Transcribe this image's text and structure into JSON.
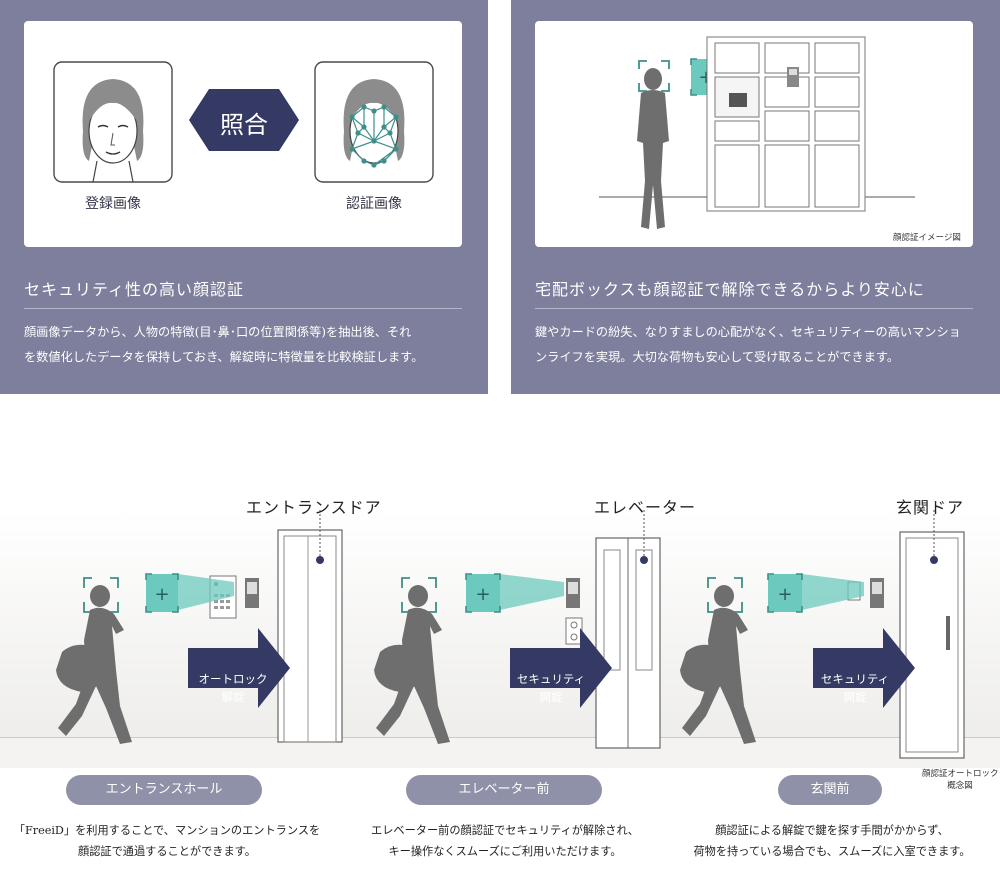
{
  "panel_left": {
    "label_match": "照合",
    "label_registered": "登録画像",
    "label_auth": "認証画像",
    "title": "セキュリティ性の高い顔認証",
    "desc_line1": "顔画像データから、人物の特徴(目･鼻･口の位置関係等)を抽出後、それ",
    "desc_line2": "を数値化したデータを保持しておき、解錠時に特徴量を比較検証します。"
  },
  "panel_right": {
    "image_caption": "顔認証イメージ図",
    "title": "宅配ボックスも顔認証で解除できるからより安心に",
    "desc_line1": "鍵やカードの紛失、なりすましの心配がなく、セキュリティーの高いマンショ",
    "desc_line2": "ンライフを実現。大切な荷物も安心して受け取ることができます。"
  },
  "scenes": [
    {
      "location": "エントランスドア",
      "arrow_line1": "オートロック",
      "arrow_line2": "解錠",
      "pill": "エントランスホール",
      "desc_line1": "「FreeiD」を利用することで、マンションのエントランスを",
      "desc_line2": "顔認証で通過することができます。"
    },
    {
      "location": "エレベーター",
      "arrow_line1": "セキュリティ",
      "arrow_line2": "開錠",
      "pill": "エレベーター前",
      "desc_line1": "エレベーター前の顔認証でセキュリティが解除され、",
      "desc_line2": "キー操作なくスムーズにご利用いただけます。"
    },
    {
      "location": "玄関ドア",
      "arrow_line1": "セキュリティ",
      "arrow_line2": "開錠",
      "pill": "玄関前",
      "desc_line1": "顔認証による解錠で鍵を探す手間がかからず、",
      "desc_line2": "荷物を持っている場合でも、スムーズに入室できます。"
    }
  ],
  "concept_caption_line1": "顔認証オートロック",
  "concept_caption_line2": "概念図",
  "colors": {
    "panel_bg": "#7d7f9c",
    "navy": "#343a63",
    "teal": "#6cc9bd",
    "pill": "#8f91a8",
    "silhouette": "#6e6e6e"
  },
  "icons": [
    "face-scan-frame-icon",
    "plus-icon",
    "arrow-right-icon",
    "face-mesh-icon"
  ]
}
